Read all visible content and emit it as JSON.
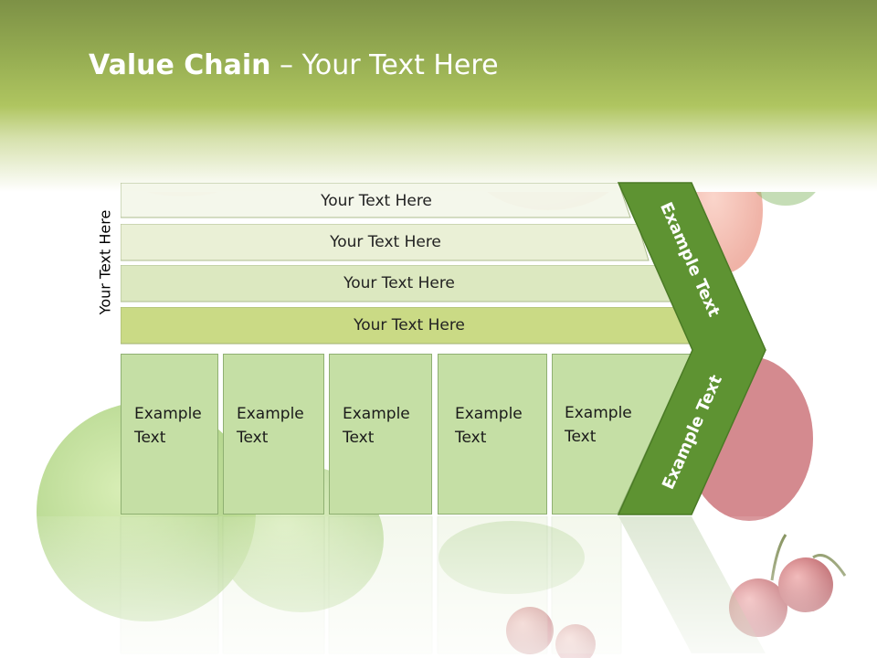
{
  "slide": {
    "title_bold": "Value Chain",
    "title_rest": " – Your Text Here",
    "side_label": "Your Text Here"
  },
  "bars": [
    {
      "label": "Your Text Here"
    },
    {
      "label": "Your Text Here"
    },
    {
      "label": "Your Text Here"
    },
    {
      "label": "Your Text Here"
    }
  ],
  "boxes": [
    {
      "line1": "Example",
      "line2": "Text"
    },
    {
      "line1": "Example",
      "line2": "Text"
    },
    {
      "line1": "Example",
      "line2": "Text"
    },
    {
      "line1": "Example",
      "line2": "Text"
    },
    {
      "line1": "Example",
      "line2": "Text"
    }
  ],
  "chevron": {
    "upper_text": "Example Text",
    "lower_text": "Example Text"
  },
  "colors": {
    "header": "#96ad52",
    "chevron": "#5e9332",
    "box_fill": "#c5dfa5"
  }
}
